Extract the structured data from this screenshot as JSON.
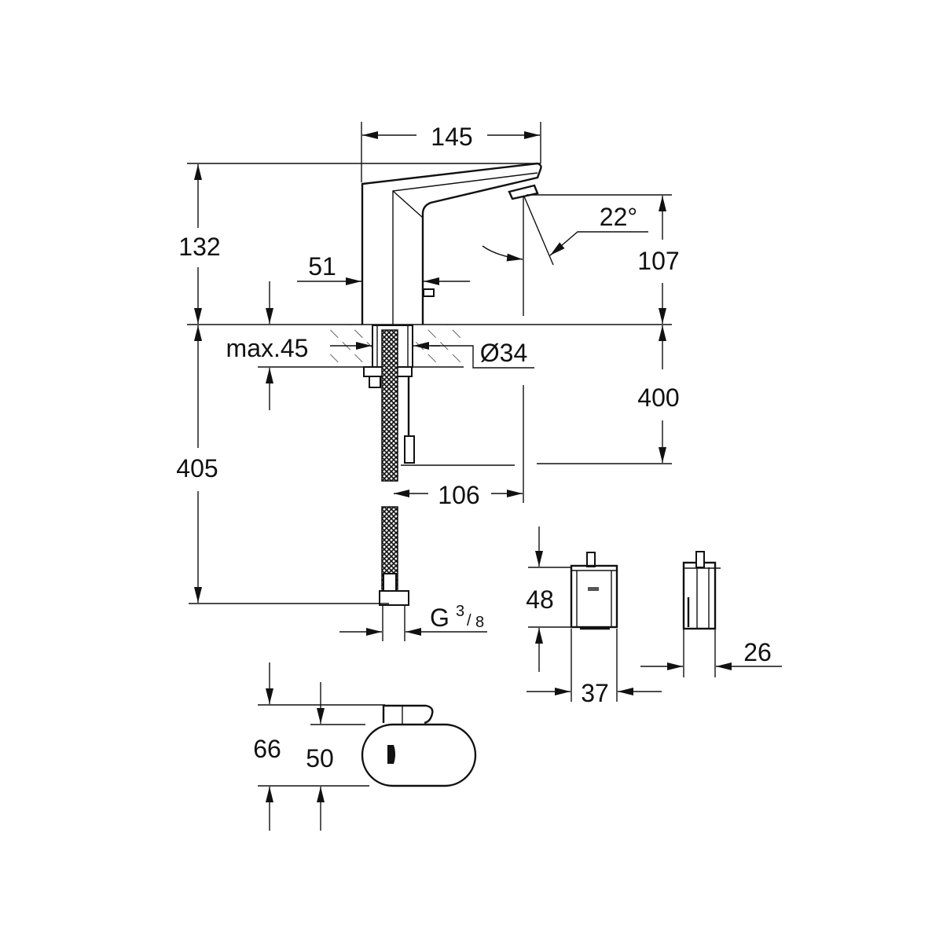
{
  "drawing": {
    "title": "Sensor basin mixer dimension drawing",
    "dimensions": {
      "spout_reach": "145",
      "height_total": "132",
      "body_width": "51",
      "spray_angle": "22°",
      "outlet_height": "107",
      "max_deck_thickness": "max.45",
      "hole_diameter": "Ø34",
      "hose_length_below": "400",
      "hose_length": "405",
      "cable_offset": "106",
      "thread_g": "G",
      "thread_num": "3",
      "thread_den": "8",
      "box_height": "48",
      "box_width": "37",
      "box_depth": "26",
      "top_view_depth": "66",
      "top_view_body": "50"
    }
  }
}
